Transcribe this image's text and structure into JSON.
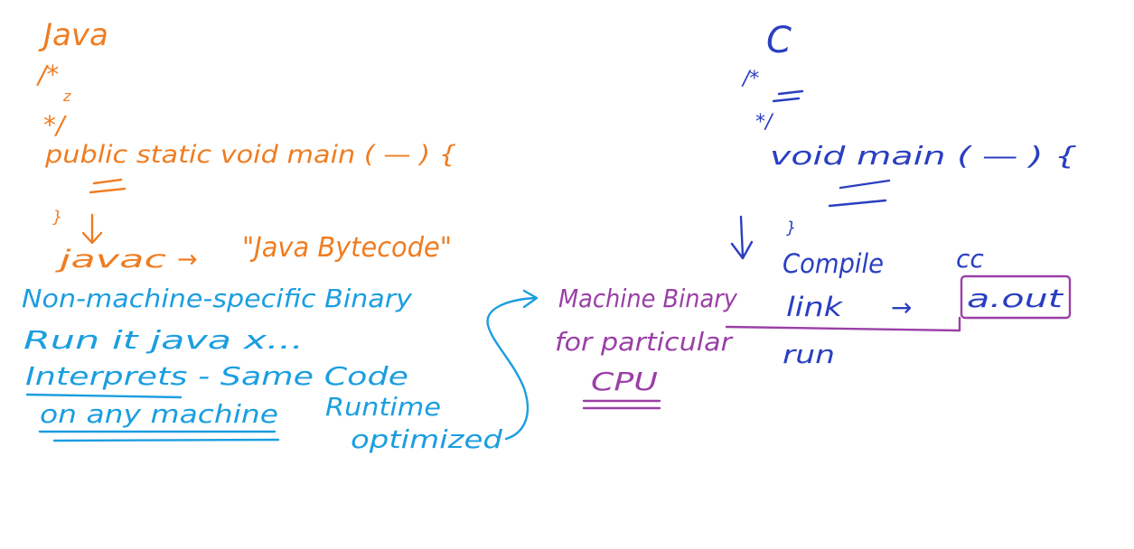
{
  "colors": {
    "java": "#ef7d22",
    "c": "#2a3fc0",
    "jvm": "#1b9ee0",
    "machine": "#9a3fa6"
  },
  "java_side": {
    "title": "Java",
    "comment_open": "/*",
    "comment_mid": "z",
    "comment_close": "*/",
    "main_signature": "public static void main ( — ) {",
    "brace_close": "}",
    "compile_cmd": "javac",
    "compile_arrow": "→",
    "compile_output": "\"Java Bytecode\""
  },
  "jvm_notes": {
    "line1": "Non-machine-specific Binary",
    "line2": "Run it   java x...",
    "line3": "Interprets - Same Code",
    "line4": "on any machine",
    "runtime_line1": "Runtime",
    "runtime_line2": "optimized"
  },
  "machine_box": {
    "line1": "Machine Binary",
    "line2": "for particular",
    "line3": "CPU"
  },
  "c_side": {
    "title": "C",
    "comment_open": "/*",
    "comment_close": "*/",
    "main_signature": "void main ( — ) {",
    "brace_close": "}",
    "step_compile": "Compile",
    "compiler": "cc",
    "step_link": "link",
    "link_arrow": "→",
    "output_file": "a.out",
    "step_run": "run"
  }
}
